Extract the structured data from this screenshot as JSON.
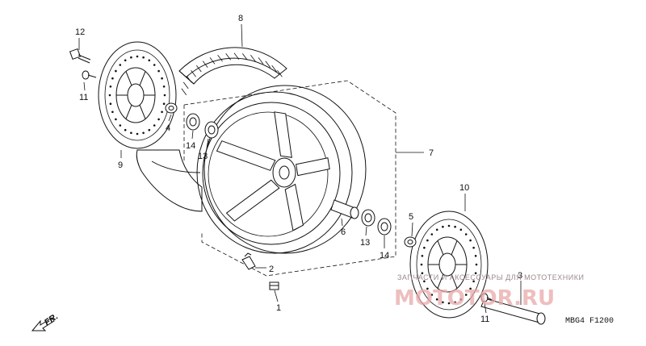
{
  "callouts": {
    "p1": "1",
    "p2": "2",
    "p3": "3",
    "p4": "4",
    "p5": "5",
    "p6": "6",
    "p7": "7",
    "p8": "8",
    "p9": "9",
    "p10": "10",
    "p11_left": "11",
    "p11_right": "11",
    "p12": "12",
    "p13_left": "13",
    "p13_right": "13",
    "p14_left": "14",
    "p14_right": "14"
  },
  "direction_label": "FR.",
  "diagram_code": "MBG4 F1200",
  "watermark": {
    "tagline": "ЗАПЧАСТИ И АКСЕССУАРЫ ДЛЯ МОТОТЕХНИКИ",
    "brand": "MOTOTOR.RU"
  },
  "colors": {
    "line": "#111111",
    "watermark_brand": "#e8a8a8",
    "watermark_tagline": "#9c8a8a"
  }
}
